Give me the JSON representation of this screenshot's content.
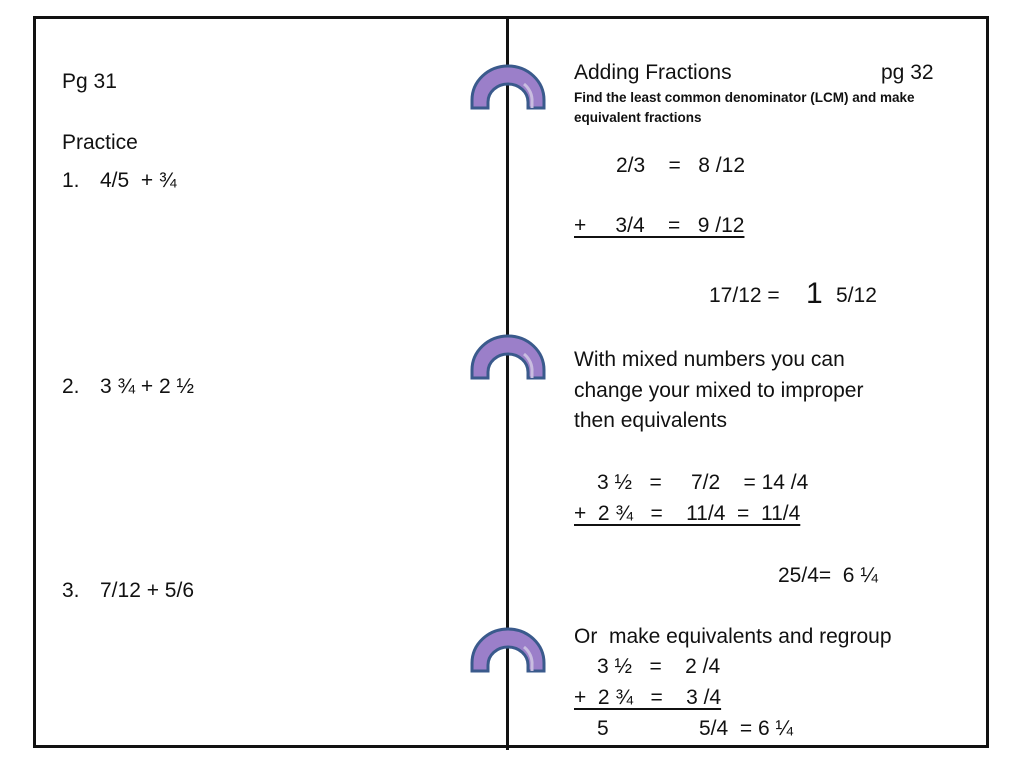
{
  "left_page": {
    "page_label": "Pg 31",
    "heading": "Practice",
    "problems": [
      {
        "number": "1.",
        "expression": "4/5  + ¾"
      },
      {
        "number": "2.",
        "expression": "3 ¾ + 2 ½"
      },
      {
        "number": "3.",
        "expression": "7/12 + 5/6"
      }
    ]
  },
  "right_page": {
    "title": "Adding Fractions",
    "page_label": "pg 32",
    "instruction": "Find the least common denominator (LCM) and make equivalent fractions",
    "example1": {
      "line1": "2/3    =   8 /12",
      "line2": "+     3/4    =   9 /12",
      "result_left": "17/12 =",
      "result_whole": "1",
      "result_right": "5/12"
    },
    "mixed_note": [
      "With mixed numbers you can",
      "change your mixed to improper",
      "then equivalents"
    ],
    "example2": {
      "line1": "3 ½   =     7/2    = 14 /4",
      "line2": "+  2 ¾   =    11/4  =  11/4",
      "result": "25/4=  6 ¼"
    },
    "regroup_note": "Or  make equivalents and regroup",
    "example3": {
      "line1": "3 ½   =    2 /4",
      "line2": "+  2 ¾   =    3 /4",
      "line3_left": "5",
      "line3_right": "5/4  = 6 ¼"
    }
  },
  "colors": {
    "ring_fill": "#9b7fc9",
    "ring_stroke": "#3a5a8c",
    "line": "#111111"
  },
  "icons": [
    "binder-ring-icon"
  ]
}
